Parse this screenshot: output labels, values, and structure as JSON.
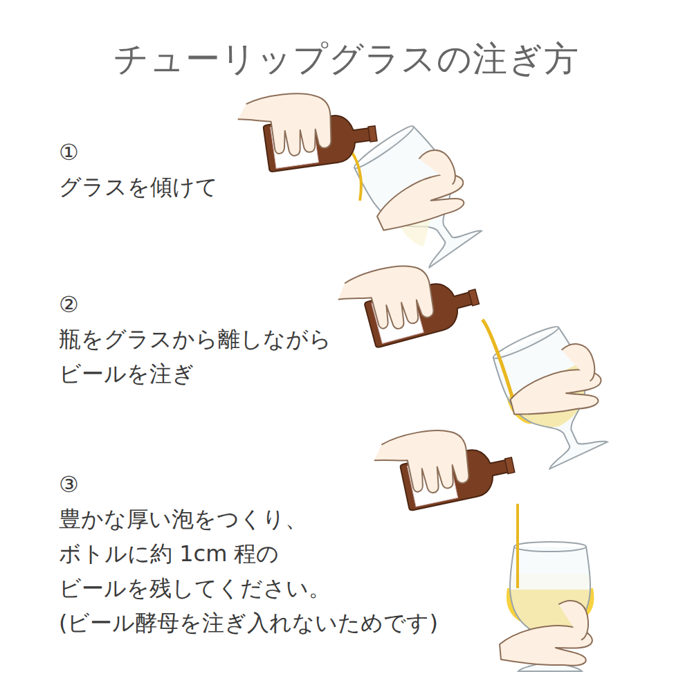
{
  "diagram": {
    "title": "チューリップグラスの注ぎ方",
    "labels": [
      "①",
      "グラスを傾けて",
      "②",
      "瓶をグラスから離しながら ビールを注ぎ",
      "③",
      "豊かな厚い泡をつくり、 ボトルに約 1cm 程の ビールを残してください。",
      "(ビール酵母を注ぎ入れないためです)"
    ]
  }
}
